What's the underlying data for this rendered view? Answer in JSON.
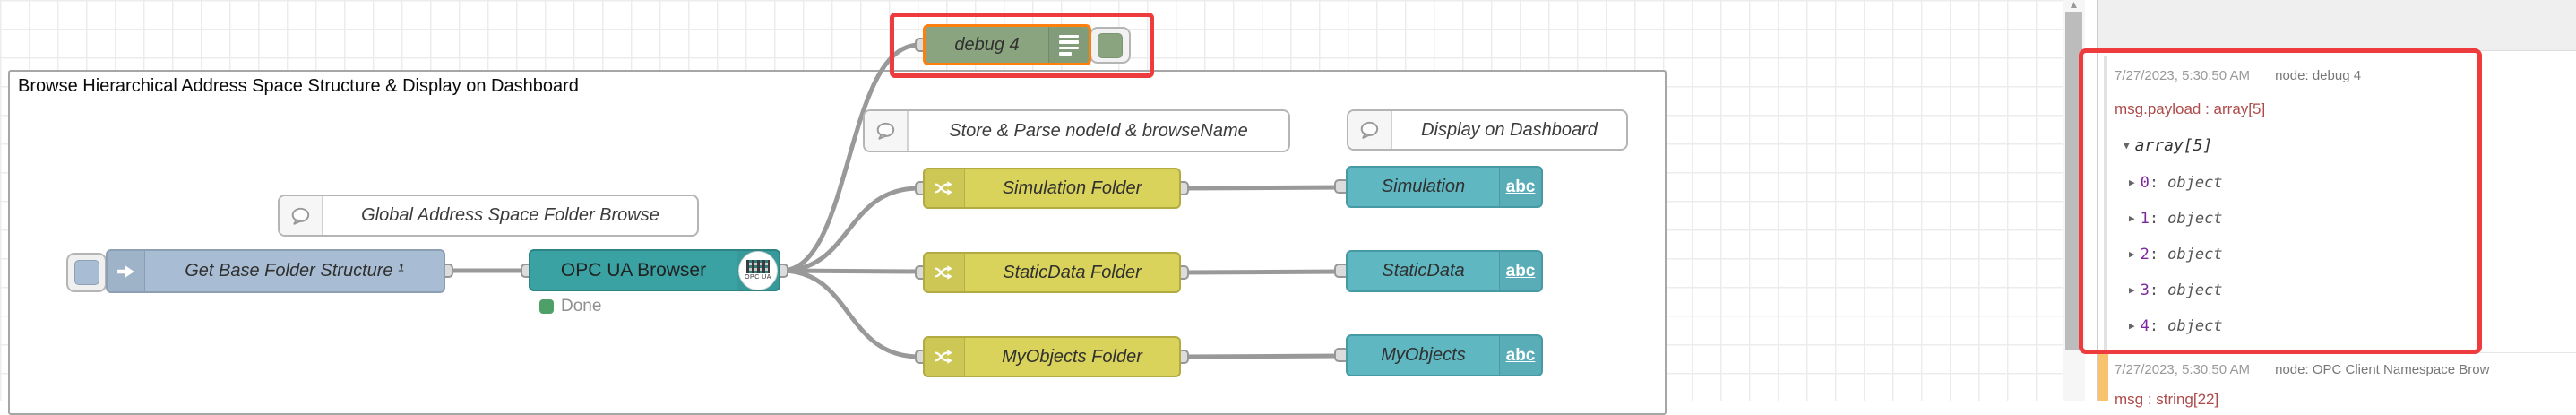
{
  "canvas": {
    "group": {
      "title": "Browse Hierarchical Address Space Structure & Display on Dashboard"
    },
    "comments": [
      {
        "label": "Global Address Space Folder Browse"
      },
      {
        "label": "Store & Parse nodeId & browseName"
      },
      {
        "label": "Display on Dashboard"
      }
    ],
    "nodes": {
      "debug": {
        "label": "debug 4"
      },
      "inject": {
        "label": "Get Base Folder Structure ¹"
      },
      "browser": {
        "label": "OPC UA Browser",
        "icon_text": "OPC UA",
        "status": "Done"
      },
      "switches": [
        {
          "label": "Simulation Folder"
        },
        {
          "label": "StaticData Folder"
        },
        {
          "label": "MyObjects Folder"
        }
      ],
      "texts": [
        {
          "label": "Simulation",
          "icon_label": "abc"
        },
        {
          "label": "StaticData",
          "icon_label": "abc"
        },
        {
          "label": "MyObjects",
          "icon_label": "abc"
        }
      ]
    }
  },
  "sidebar": {
    "icons": {
      "scroll_up": "▲",
      "collapsed": "▶",
      "expanded": "▼"
    },
    "colon": ":",
    "messages": [
      {
        "timestamp": "7/27/2023, 5:30:50 AM",
        "source": "node: debug 4",
        "path": "msg.payload : array[5]",
        "tree": {
          "root": "array[5]",
          "items": [
            {
              "key": "0",
              "type": "object"
            },
            {
              "key": "1",
              "type": "object"
            },
            {
              "key": "2",
              "type": "object"
            },
            {
              "key": "3",
              "type": "object"
            },
            {
              "key": "4",
              "type": "object"
            }
          ]
        }
      },
      {
        "timestamp": "7/27/2023, 5:30:50 AM",
        "source": "node: OPC Client Namespace Brow",
        "path": "msg : string[22]"
      }
    ]
  },
  "colors": {
    "debug_node": "#8aa47f",
    "inject_node": "#a8bdd3",
    "opcua_node": "#3aa2a2",
    "switch_node": "#d9d35b",
    "uitext_node": "#5eb7c1",
    "selected_border": "#ff7f0e",
    "annotation_red": "#ee3b3d",
    "status_green": "#4f9f69",
    "msg_accent_orange": "#f8c36d",
    "msg_path_red": "#ad4a4a",
    "tree_key_purple": "#7d26a0"
  }
}
